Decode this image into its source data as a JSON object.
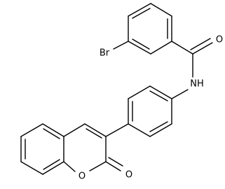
{
  "structure": {
    "atoms": {
      "Br": "Br",
      "O_amide": "O",
      "NH": "NH",
      "O_ring": "O",
      "O_carbonyl": "O"
    }
  }
}
